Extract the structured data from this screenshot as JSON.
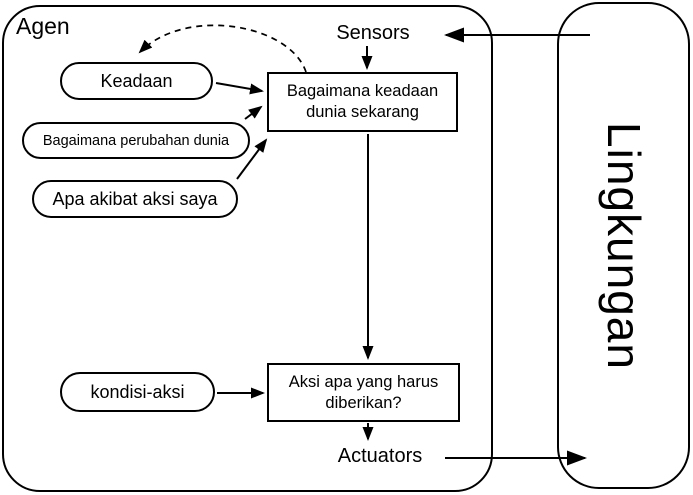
{
  "agent": {
    "label": "Agen",
    "sensors_label": "Sensors",
    "actuators_label": "Actuators",
    "nodes": {
      "state": {
        "label": "Keadaan"
      },
      "world_evolution": {
        "label": "Bagaimana perubahan dunia"
      },
      "action_effects": {
        "label": "Apa akibat aksi saya"
      },
      "condition_action_rules": {
        "label": "kondisi-aksi"
      },
      "current_world_state": {
        "line1": "Bagaimana keadaan",
        "line2": "dunia sekarang"
      },
      "action_selection": {
        "line1": "Aksi apa yang harus",
        "line2": "diberikan?"
      }
    }
  },
  "environment": {
    "label": "Lingkungan"
  },
  "colors": {
    "stroke": "#000000",
    "background": "#ffffff"
  },
  "edges": [
    {
      "from": "environment",
      "to": "sensors",
      "style": "solid"
    },
    {
      "from": "sensors",
      "to": "current_world_state",
      "style": "solid"
    },
    {
      "from": "current_world_state",
      "to": "state",
      "style": "dashed"
    },
    {
      "from": "state",
      "to": "current_world_state",
      "style": "solid"
    },
    {
      "from": "world_evolution",
      "to": "current_world_state",
      "style": "solid"
    },
    {
      "from": "action_effects",
      "to": "current_world_state",
      "style": "solid"
    },
    {
      "from": "current_world_state",
      "to": "action_selection",
      "style": "solid"
    },
    {
      "from": "condition_action_rules",
      "to": "action_selection",
      "style": "solid"
    },
    {
      "from": "action_selection",
      "to": "actuators",
      "style": "solid"
    },
    {
      "from": "actuators",
      "to": "environment",
      "style": "solid"
    }
  ]
}
